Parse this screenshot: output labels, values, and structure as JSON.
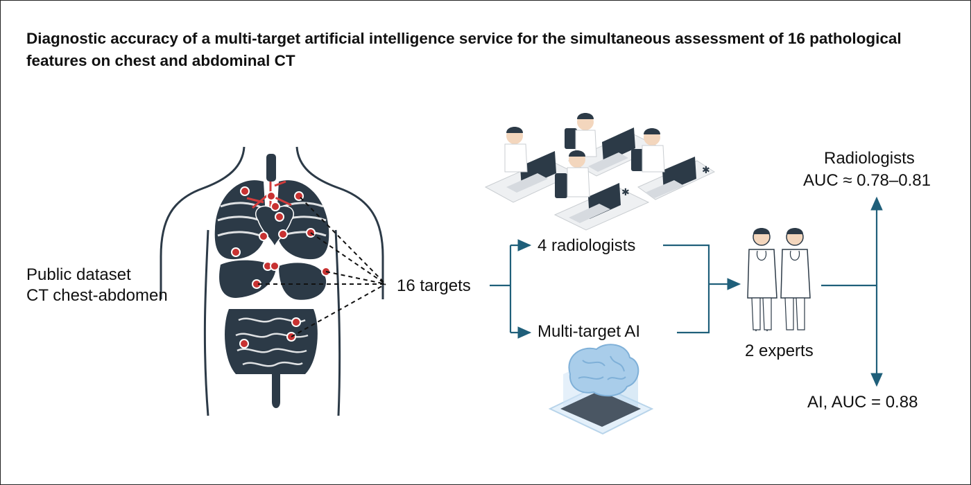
{
  "title": "Diagnostic accuracy of a multi-target artificial intelligence service for the simultaneous assessment of 16 pathological features on chest and abdominal CT",
  "dataset": {
    "line1": "Public dataset",
    "line2": "CT chest-abdomen"
  },
  "targets_label": "16 targets",
  "radiologists_branch": "4 radiologists",
  "ai_branch": "Multi-target AI",
  "experts_label": "2 experts",
  "results": {
    "radiologists_name": "Radiologists",
    "radiologists_auc": "AUC ≈ 0.78–0.81",
    "ai_auc": "AI, AUC = 0.88"
  },
  "colors": {
    "arrow": "#1f5f7a",
    "organ": "#2c3a47",
    "marker": "#c83232",
    "vessel": "#d23c3c",
    "brain": "#a9cdea"
  },
  "icons": [
    "human-torso-anatomy-icon",
    "radiologists-at-workstations-icon",
    "ai-brain-icon",
    "two-doctors-icon"
  ]
}
